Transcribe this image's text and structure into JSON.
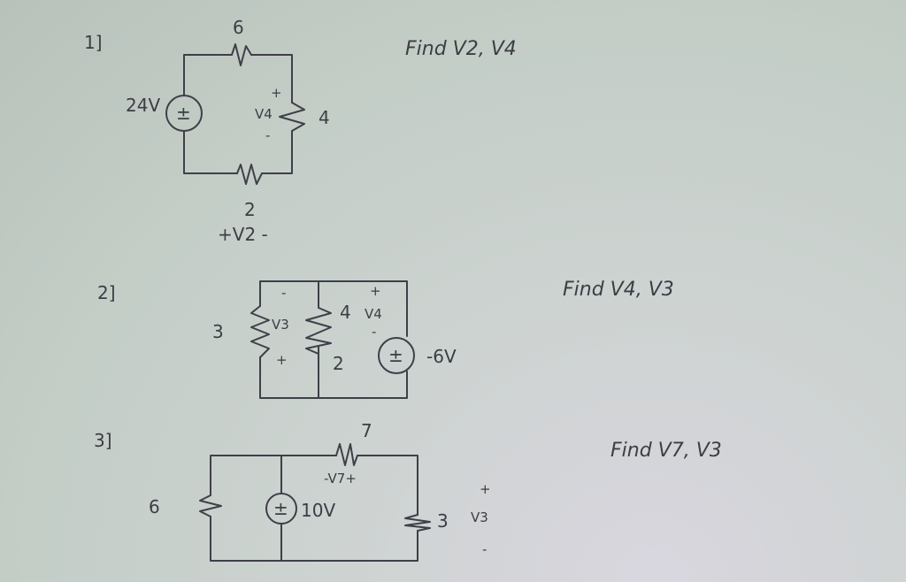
{
  "problems": [
    {
      "number": "1]",
      "prompt": "Find V2, V4",
      "source": {
        "value": "24V",
        "symbol": "±"
      },
      "resistors": [
        {
          "value": "6"
        },
        {
          "value": "4",
          "voltage": "V4",
          "plus": "+",
          "minus": "-"
        },
        {
          "value": "2",
          "voltage": "+V2 -"
        }
      ]
    },
    {
      "number": "2]",
      "prompt": "Find V4, V3",
      "source": {
        "value": "-6V",
        "symbol": "±"
      },
      "resistors": [
        {
          "value": "3",
          "voltage": "V3",
          "plus": "+",
          "minus": "-"
        },
        {
          "value": "4",
          "voltage": "V4",
          "plus": "+",
          "minus": "-"
        },
        {
          "value": "2"
        }
      ]
    },
    {
      "number": "3]",
      "prompt": "Find V7, V3",
      "source": {
        "value": "10V",
        "symbol": "±"
      },
      "resistors": [
        {
          "value": "6"
        },
        {
          "value": "7",
          "voltage": "-V7+"
        },
        {
          "value": "3",
          "voltage": "V3",
          "plus": "+",
          "minus": "-"
        }
      ]
    }
  ]
}
